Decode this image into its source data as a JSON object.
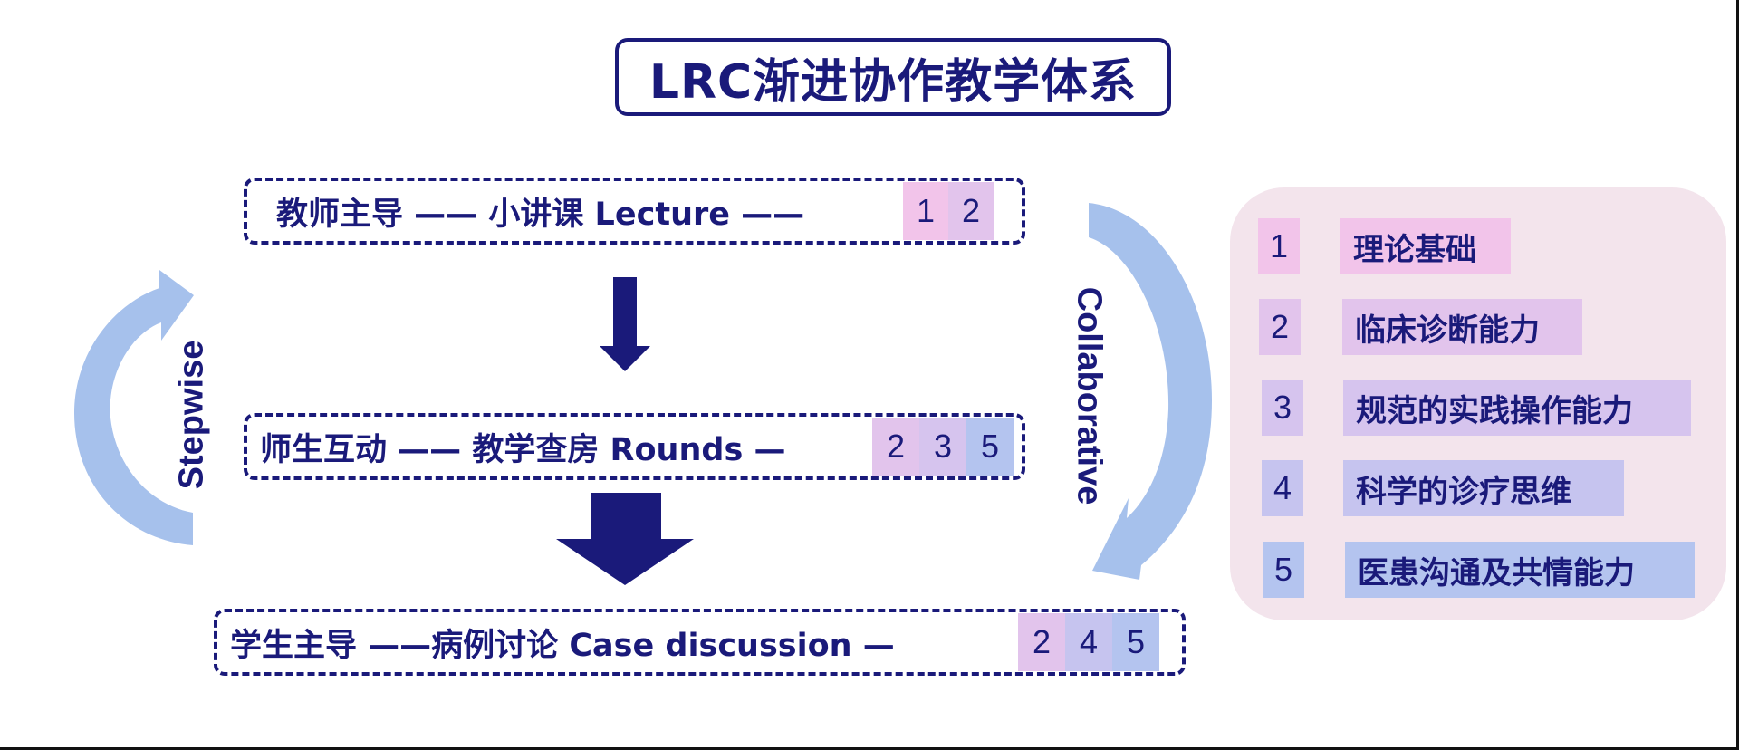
{
  "title": "LRC渐进协作教学体系",
  "colors": {
    "navy": "#1a1a7a",
    "arrow_light": "#a6c1ec",
    "panel_bg": "#f3e4ec",
    "chip_1": "#f2c4ea",
    "chip_2": "#e2c4ec",
    "chip_3": "#d6c4ee",
    "chip_4": "#c6c4ef",
    "chip_5": "#b4c4ef"
  },
  "stages": [
    {
      "text": "教师主导 —— 小讲课 Lecture ——",
      "chips": [
        "1",
        "2"
      ]
    },
    {
      "text": "师生互动 —— 教学查房 Rounds —",
      "chips": [
        "2",
        "3",
        "5"
      ]
    },
    {
      "text": "学生主导 ——病例讨论 Case discussion —",
      "chips": [
        "2",
        "4",
        "5"
      ]
    }
  ],
  "side_labels": {
    "left": "Stepwise",
    "right": "Collaborative"
  },
  "legend": [
    {
      "num": "1",
      "label": "理论基础"
    },
    {
      "num": "2",
      "label": "临床诊断能力"
    },
    {
      "num": "3",
      "label": "规范的实践操作能力"
    },
    {
      "num": "4",
      "label": "科学的诊疗思维"
    },
    {
      "num": "5",
      "label": "医患沟通及共情能力"
    }
  ]
}
